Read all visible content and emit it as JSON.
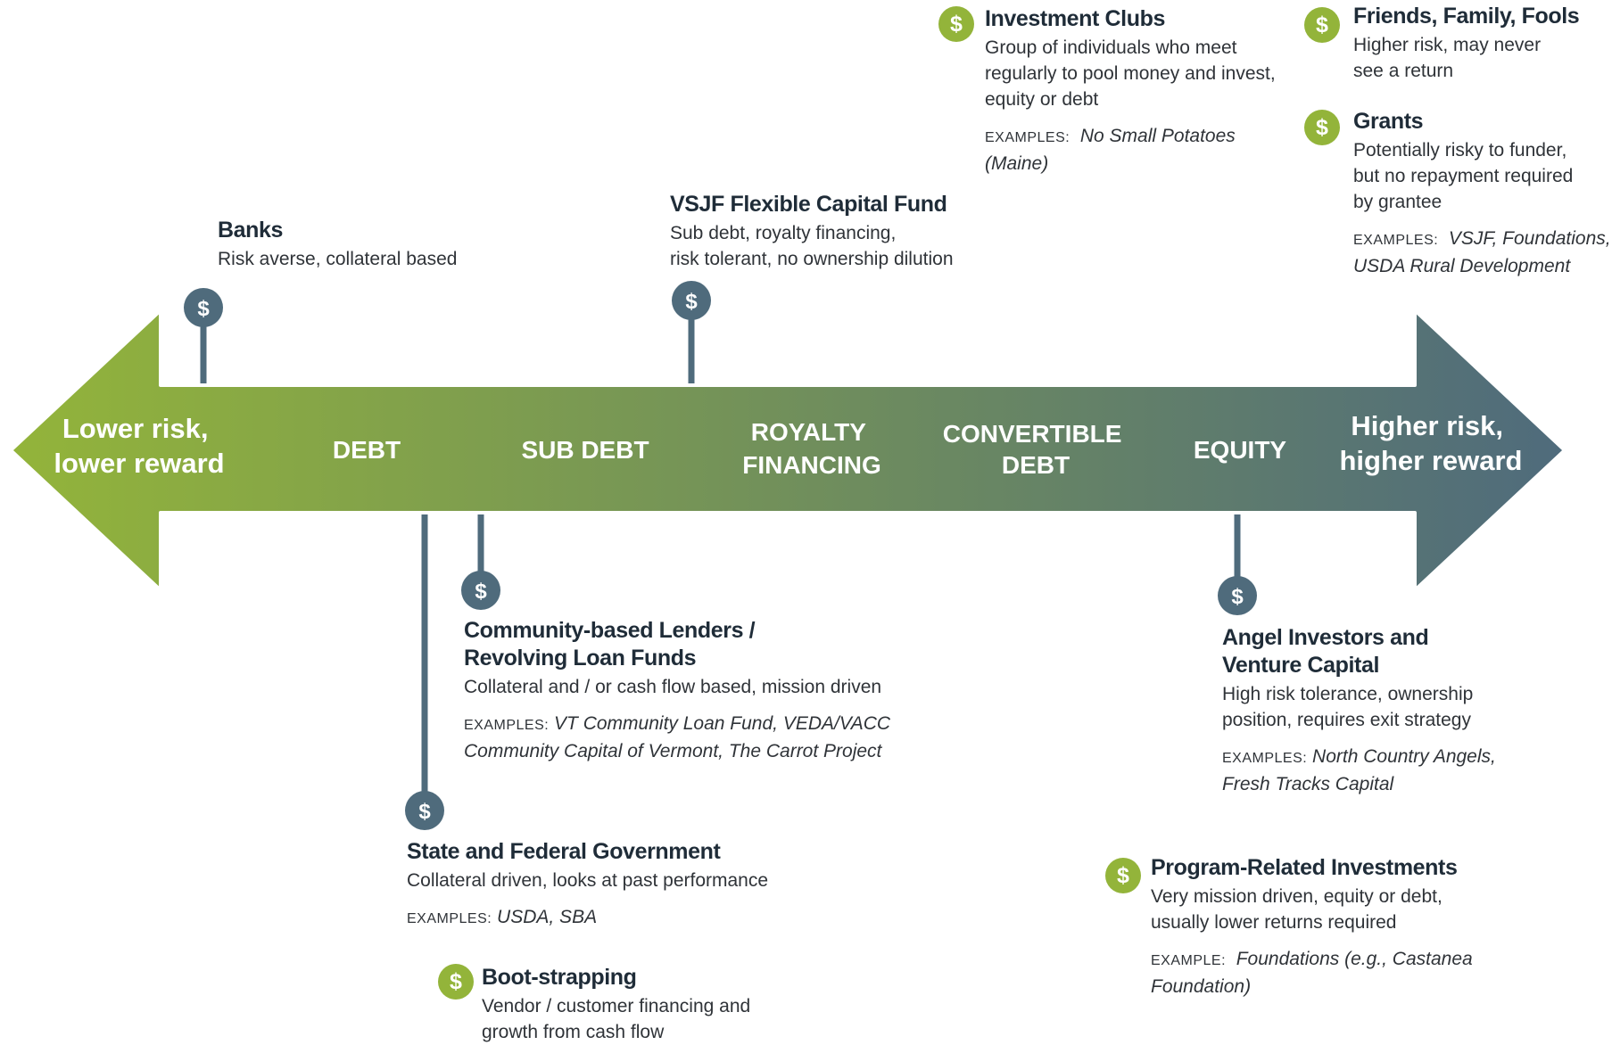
{
  "arrow": {
    "left_end": [
      "Lower risk,",
      "lower reward"
    ],
    "right_end": [
      "Higher risk,",
      "higher reward"
    ],
    "categories": [
      {
        "lines": [
          "DEBT"
        ]
      },
      {
        "lines": [
          "SUB DEBT"
        ]
      },
      {
        "lines": [
          "ROYALTY",
          "FINANCING"
        ]
      },
      {
        "lines": [
          "CONVERTIBLE",
          "DEBT"
        ]
      },
      {
        "lines": [
          "EQUITY"
        ]
      }
    ],
    "gradient_start": "#93b43a",
    "gradient_end": "#4f6b7c"
  },
  "pin_symbol": "$",
  "badge_symbol": "$",
  "colors": {
    "pin": "#4f6b7c",
    "badge": "#93b43a"
  },
  "sources": {
    "banks": {
      "title": "Banks",
      "desc": "Risk averse, collateral based"
    },
    "vsjf": {
      "title": "VSJF Flexible Capital Fund",
      "desc": [
        "Sub debt, royalty financing,",
        "risk tolerant, no ownership dilution"
      ]
    },
    "investment_clubs": {
      "title": "Investment Clubs",
      "desc": [
        "Group of individuals who meet",
        "regularly to pool money and invest,",
        "equity or debt"
      ],
      "examples_label": "EXAMPLES:",
      "examples": [
        "No Small Potatoes",
        "(Maine)"
      ]
    },
    "friends": {
      "title": "Friends, Family, Fools",
      "desc": [
        "Higher risk, may never",
        "see a return"
      ]
    },
    "grants": {
      "title": "Grants",
      "desc": [
        "Potentially risky to funder,",
        "but no repayment required",
        "by grantee"
      ],
      "examples_label": "EXAMPLES:",
      "examples": [
        "VSJF, Foundations,",
        "USDA Rural Development"
      ]
    },
    "community_lenders": {
      "title": [
        "Community-based Lenders /",
        "Revolving Loan Funds"
      ],
      "desc": "Collateral and / or cash flow based, mission driven",
      "examples_label": "EXAMPLES:",
      "examples": [
        "VT Community Loan Fund, VEDA/VACC",
        "Community Capital of Vermont, The Carrot Project"
      ]
    },
    "government": {
      "title": "State and Federal Government",
      "desc": "Collateral driven, looks at past performance",
      "examples_label": "EXAMPLES:",
      "examples": [
        "USDA, SBA"
      ]
    },
    "bootstrapping": {
      "title": "Boot-strapping",
      "desc": [
        "Vendor / customer financing and",
        "growth from cash flow"
      ]
    },
    "angel": {
      "title": [
        "Angel Investors and",
        "Venture Capital"
      ],
      "desc": [
        "High risk tolerance, ownership",
        "position, requires exit strategy"
      ],
      "examples_label": "EXAMPLES:",
      "examples": [
        "North Country Angels,",
        "Fresh Tracks Capital"
      ]
    },
    "pri": {
      "title": "Program-Related Investments",
      "desc": [
        "Very mission driven, equity or debt,",
        "usually lower returns required"
      ],
      "examples_label": "EXAMPLE:",
      "examples": [
        "Foundations (e.g., Castanea",
        "Foundation)"
      ]
    }
  }
}
